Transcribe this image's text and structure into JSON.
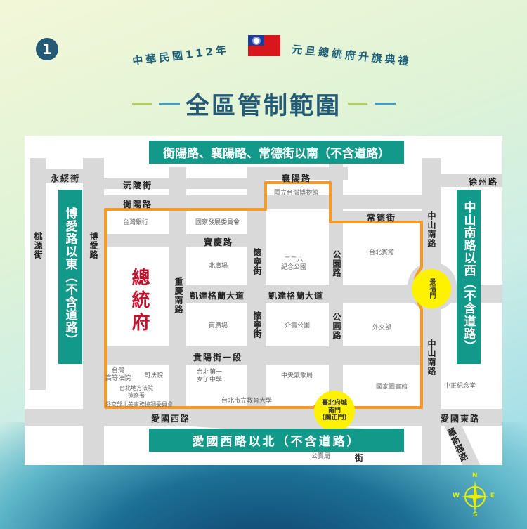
{
  "header": {
    "step_number": "1",
    "subtitle_left": "中華民國112年",
    "subtitle_right": "元旦總統府升旗典禮",
    "title": "全區管制範圍"
  },
  "colors": {
    "banner": "#13998a",
    "boundary": "#f39a2a",
    "landmark": "#fff200",
    "president_office": "#c3122e",
    "title": "#245a76"
  },
  "banners": {
    "north": "衡陽路、襄陽路、常德街以南（不含道路）",
    "west": "博愛路以東（不含道路）",
    "east": "中山南路以西（不含道路）",
    "south": "愛國西路以北（不含道路）"
  },
  "roads": {
    "yongsui": "永綏街",
    "yuanling": "沅陵街",
    "hengyang": "衡陽路",
    "xiangyang": "襄陽路",
    "changde": "常德街",
    "xuzhou": "徐州路",
    "taoyuan": "桃源街",
    "boai": "博愛路",
    "baoqing": "寶慶路",
    "huaining": "懷寧街",
    "gongyuan": "公園路",
    "zhongshan_s": "中山南路",
    "chongqing_s": "重慶南路",
    "ketagalan": "凱達格蘭大道",
    "guiyang": "貴陽街一段",
    "aiguo_w": "愛國西路",
    "aiguo_e": "愛國東路",
    "roosevelt": "羅斯福路",
    "partial_jie": "街"
  },
  "buildings": {
    "bank": "台灣銀行",
    "ndc": "國家發展委員會",
    "museum": "國立台灣博物館",
    "north_plaza": "北廣場",
    "park228": "二二八\n紀念公園",
    "guesthouse": "台北賓館",
    "south_plaza": "南廣場",
    "jieshou": "介壽公園",
    "mofa": "外交部",
    "high_court": "台灣\n高等法院",
    "judicial": "司法院",
    "prosecutor": "台北地方法院\n檢察署",
    "ccnaa": "外交部北美事務協調委員會",
    "girls_school": "台北第一\n女子中學",
    "cwb": "中央氣象局",
    "univ": "台北市立教育大學",
    "library": "國家圖書館",
    "cks": "中正紀念堂",
    "monopoly": "公賣局",
    "president": "總統府"
  },
  "landmarks": {
    "jingfu": "景福門",
    "south_gate": "臺北府城\n南門\n(麗正門)"
  },
  "compass": {
    "n": "N",
    "s": "S",
    "e": "E",
    "w": "W"
  }
}
